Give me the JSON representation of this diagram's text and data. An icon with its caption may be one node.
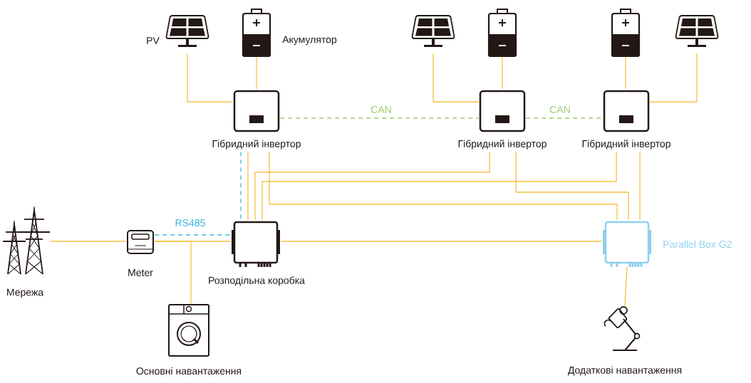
{
  "diagram": {
    "nodes": [
      {
        "text": [],
        "shape": "picture",
        "beside": [
          "PV"
        ]
      },
      {
        "text": [],
        "shape": "picture",
        "beside": [
          "Акумулятор"
        ]
      },
      {
        "text": [
          "Гібридний інвертор"
        ]
      },
      {
        "text": [],
        "shape": "picture"
      },
      {
        "text": [],
        "shape": "picture"
      },
      {
        "text": [
          "Гібридний інвертор"
        ]
      },
      {
        "text": [],
        "shape": "picture"
      },
      {
        "text": [],
        "shape": "picture"
      },
      {
        "text": [
          "Гібридний інвертор"
        ]
      },
      {
        "text": [
          "Мережа"
        ]
      },
      {
        "text": [
          "Meter"
        ]
      },
      {
        "text": [
          "Розподільна коробка"
        ]
      },
      {
        "text": [
          "Parallel Box G2"
        ]
      },
      {
        "text": [
          "Основні навантаження"
        ]
      },
      {
        "text": [
          "Додаткові навантаження"
        ]
      }
    ],
    "edges": [
      {
        "from": 0,
        "to": 2,
        "arrow": "none"
      },
      {
        "from": 1,
        "to": 2,
        "arrow": "none"
      },
      {
        "from": 2,
        "to": 5,
        "arrow": "none",
        "label": "CAN",
        "style": "dashed",
        "color": "#9cc96b"
      },
      {
        "from": 5,
        "to": 8,
        "arrow": "none",
        "label": "CAN",
        "style": "dashed",
        "color": "#9cc96b"
      },
      {
        "from": 3,
        "to": 5,
        "arrow": "none"
      },
      {
        "from": 4,
        "to": 5,
        "arrow": "none"
      },
      {
        "from": 6,
        "to": 8,
        "arrow": "none"
      },
      {
        "from": 7,
        "to": 8,
        "arrow": "none"
      },
      {
        "from": 2,
        "to": 11,
        "arrow": "none",
        "style": "dashed",
        "color": "#3bb6e0"
      },
      {
        "from": 2,
        "to": 11,
        "arrow": "none"
      },
      {
        "from": 5,
        "to": 11,
        "arrow": "none"
      },
      {
        "from": 8,
        "to": 11,
        "arrow": "none"
      },
      {
        "from": 2,
        "to": 12,
        "arrow": "none"
      },
      {
        "from": 5,
        "to": 12,
        "arrow": "none"
      },
      {
        "from": 8,
        "to": 12,
        "arrow": "none"
      },
      {
        "from": 9,
        "to": 10,
        "arrow": "none"
      },
      {
        "from": 10,
        "to": 11,
        "arrow": "none",
        "label": "RS485",
        "style": "dashed",
        "color": "#3bb6e0"
      },
      {
        "from": 10,
        "to": 11,
        "arrow": "none"
      },
      {
        "from": 10,
        "to": 13,
        "arrow": "none"
      },
      {
        "from": 11,
        "to": 12,
        "arrow": "none"
      },
      {
        "from": 12,
        "to": 14,
        "arrow": "none"
      }
    ]
  }
}
